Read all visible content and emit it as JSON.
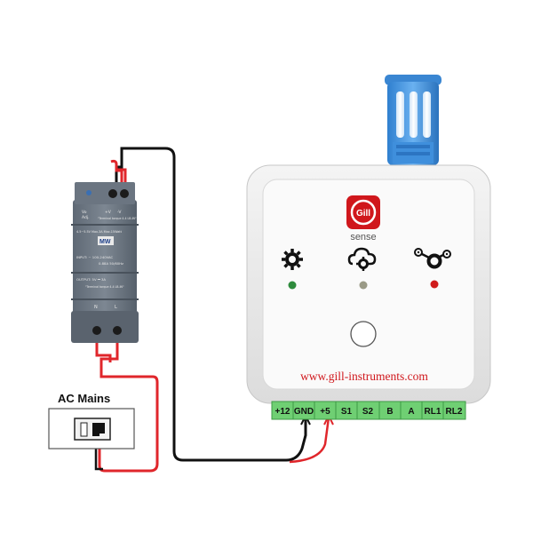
{
  "ac_mains": {
    "label": "AC Mains"
  },
  "psu": {
    "model_line_1": "Vo",
    "model_line_2": "Adj.",
    "terminal_top_1": "+V",
    "terminal_top_2": "-V",
    "spec_top": "\"Terminal torque 4.4 LB-IN\"",
    "spec_dc": "4.5~5.5V   Max.3A   Max.15Watt",
    "logo_text": "MW",
    "input_line_1": "INPUT:  ~ 100-240VAC",
    "input_line_2": "0.88A  50/60Hz",
    "output_line": "OUTPUT:  5V ⎓ 3A",
    "torque_line": "\"Terminal torque 4.4 LB-IN\"",
    "bottom_N": "N",
    "bottom_L": "L"
  },
  "device": {
    "brand": "Gill",
    "sub_brand": "sense",
    "website": "www.gill-instruments.com",
    "led_colors": {
      "left": "#2e8b3d",
      "middle": "#9a9a86",
      "right": "#d01c1c"
    },
    "icons": [
      "gear-icon",
      "cloud-gear-icon",
      "network-icon"
    ]
  },
  "terminals": [
    "+12",
    "GND",
    "+5",
    "S1",
    "S2",
    "B",
    "A",
    "RL1",
    "RL2"
  ],
  "colors": {
    "wire_red": "#e0262b",
    "wire_black": "#111111",
    "terminal_green": "#6fcf73",
    "sensor_blue": "#4b9be6",
    "brand_red": "#d0171c"
  }
}
